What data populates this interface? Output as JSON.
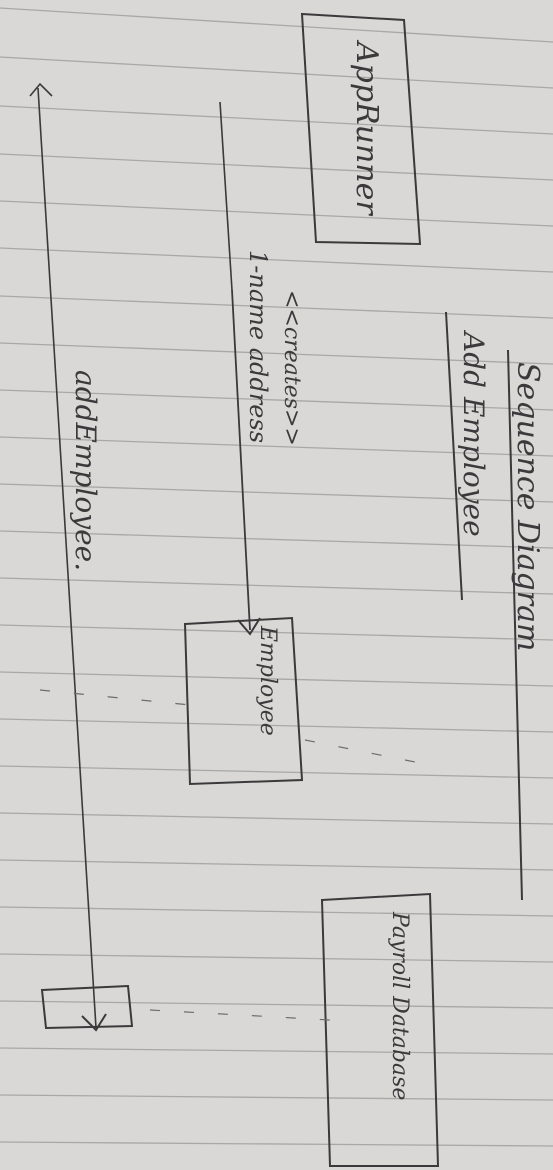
{
  "diagram": {
    "title": "Sequence Diagram",
    "subtitle": "Add Employee",
    "participants": [
      {
        "id": "apprunner",
        "label": "AppRunner"
      },
      {
        "id": "employee",
        "label": "Employee"
      },
      {
        "id": "payroll_database",
        "label": "Payroll Database"
      }
    ],
    "messages": [
      {
        "from": "apprunner",
        "to": "employee",
        "stereotype": "<<creates>>",
        "label": "1-name address"
      },
      {
        "from": "apprunner",
        "to": "payroll_database",
        "label": "addEmployee."
      }
    ]
  },
  "colors": {
    "paper": "#d9d8d6",
    "rule_line": "#a9a8a6",
    "ink": "#3a3a3c"
  }
}
